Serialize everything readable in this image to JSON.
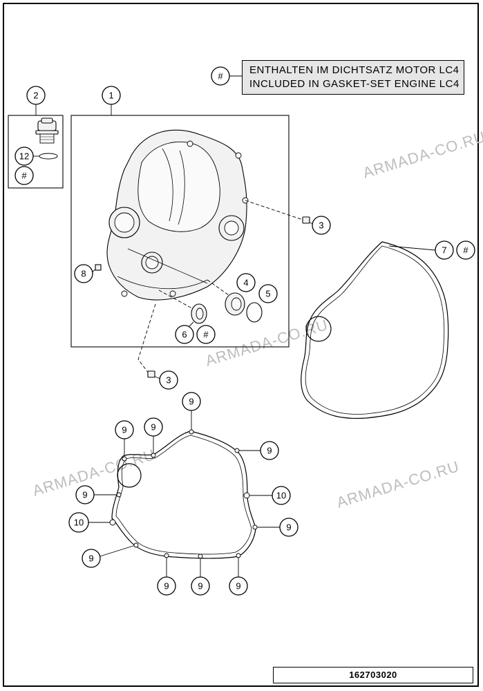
{
  "legend": {
    "symbol": "#",
    "line1": "ENTHALTEN IM DICHTSATZ MOTOR LC4",
    "line2": "INCLUDED IN GASKET-SET ENGINE LC4"
  },
  "document_number": "162703020",
  "watermark": "ARMADA-CO.RU",
  "callouts": {
    "c1": "1",
    "c2": "2",
    "c3a": "3",
    "c3b": "3",
    "c4": "4",
    "c5": "5",
    "c6": "6",
    "c6hash": "#",
    "c7": "7",
    "c7hash": "#",
    "c8": "8",
    "c12": "12",
    "c12hash": "#",
    "legend_hash": "#",
    "g9a": "9",
    "g9b": "9",
    "g9c": "9",
    "g9d": "9",
    "g9e": "9",
    "g9f": "9",
    "g9g": "9",
    "g9h": "9",
    "g9i": "9",
    "g9j": "9",
    "g10a": "10",
    "g10b": "10"
  }
}
